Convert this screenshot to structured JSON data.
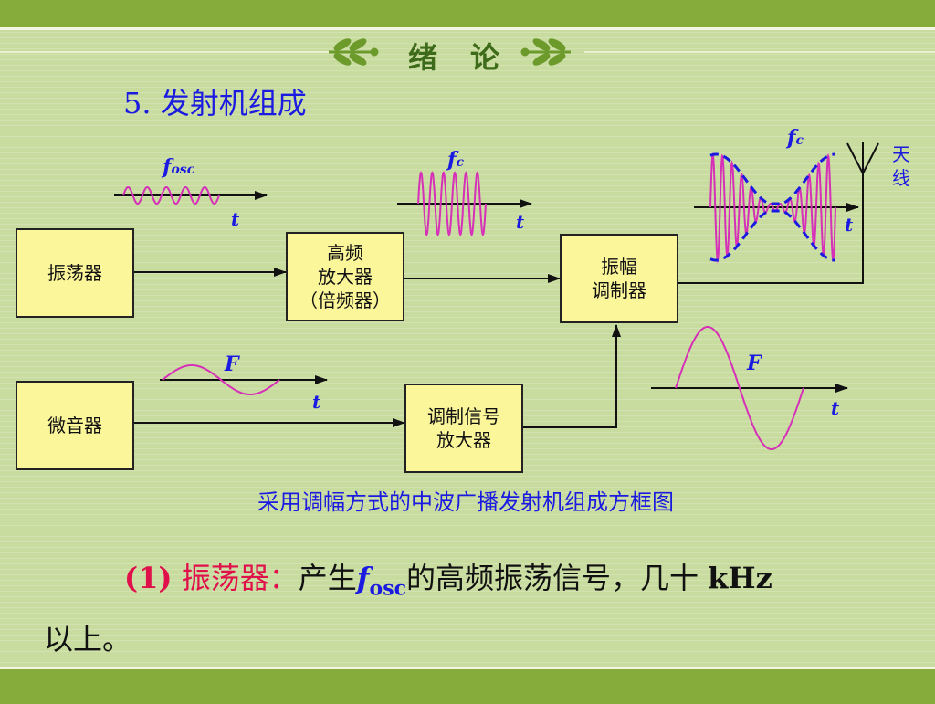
{
  "header": {
    "title": "绪论"
  },
  "heading": "5. 发射机组成",
  "blocks": {
    "oscillator": "振荡器",
    "hf_amp": "高频\n放大器\n（倍频器）",
    "am_modulator": "振幅\n调制器",
    "microphone": "微音器",
    "mod_amp": "调制信号\n放大器"
  },
  "waveform_labels": {
    "fosc_f": "f",
    "fosc_sub": "osc",
    "fc_f": "f",
    "fc_sub": "c",
    "F": "F",
    "t": "t"
  },
  "antenna": {
    "line1": "天",
    "line2": "线"
  },
  "caption": "采用调幅方式的中波广播发射机组成方框图",
  "paragraph": {
    "number": "(1)",
    "term": "振荡器：",
    "text1": "产生",
    "f": "f",
    "sub": "osc",
    "text2": "的高频振荡信号，几十",
    "unit": "kHz",
    "text3": "以上。"
  },
  "colors": {
    "wave": "#d62fb8",
    "envelope": "#1a1ae0",
    "box": "#fbf69a",
    "band": "#86ad3c"
  }
}
